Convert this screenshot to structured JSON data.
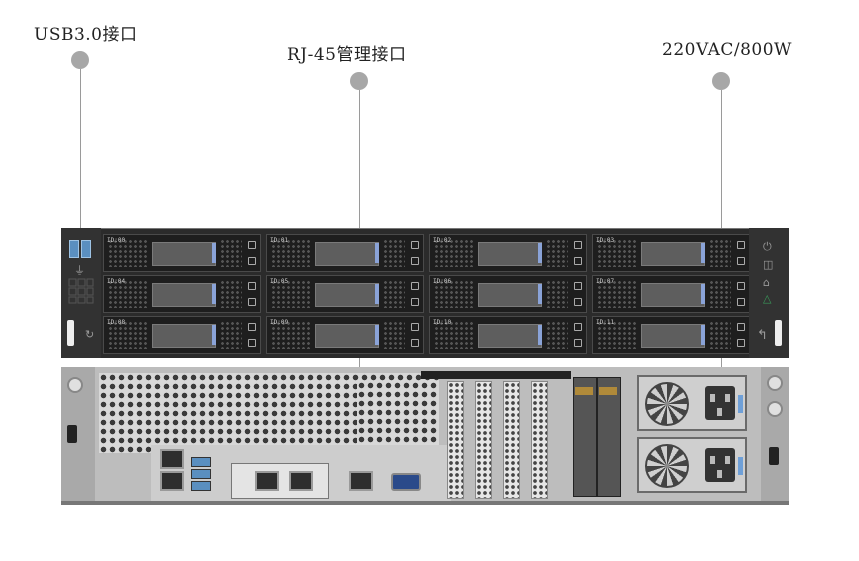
{
  "callouts": {
    "usb": {
      "label": "USB3.0接口"
    },
    "rj45": {
      "label": "RJ-45管理接口"
    },
    "power": {
      "label": "220VAC/800W"
    }
  },
  "drive_bays": [
    {
      "id": "ID:00"
    },
    {
      "id": "ID:01"
    },
    {
      "id": "ID:02"
    },
    {
      "id": "ID:03"
    },
    {
      "id": "ID:04"
    },
    {
      "id": "ID:05"
    },
    {
      "id": "ID:06"
    },
    {
      "id": "ID:07"
    },
    {
      "id": "ID:08"
    },
    {
      "id": "ID:09"
    },
    {
      "id": "ID:10"
    },
    {
      "id": "ID:11"
    }
  ],
  "colors": {
    "callout_dot": "#a7a7a7",
    "chassis_front": "#2b2b2b",
    "chassis_rear": "#bdbdbd",
    "usb_port": "#5a8fc0",
    "drive_latch": "#8aa3d8"
  },
  "icons": {
    "front_power": "power-icon",
    "front_id": "id-led-icon",
    "front_network": "network-led-icon",
    "front_usb": "usb-symbol-icon",
    "rear_fan": "fan-icon"
  }
}
